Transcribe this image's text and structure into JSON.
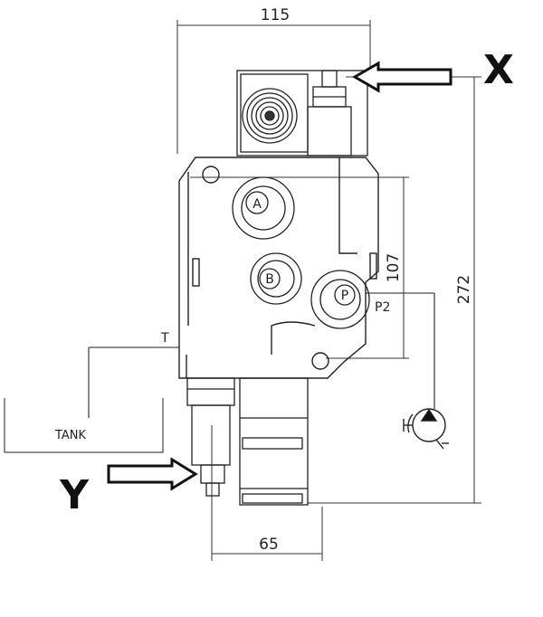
{
  "dimensions": {
    "width_top": "115",
    "height_right": "272",
    "height_mid": "107",
    "width_bottom": "65"
  },
  "ports": {
    "a": "A",
    "b": "B",
    "p": "P",
    "p2": "P2",
    "t": "T"
  },
  "tank_label": "TANK",
  "callouts": {
    "x": "X",
    "y": "Y"
  }
}
